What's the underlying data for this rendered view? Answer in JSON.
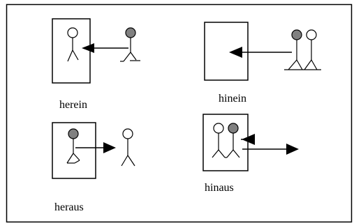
{
  "diagram": {
    "labels": {
      "herein": "herein",
      "hinein": "hinein",
      "heraus": "heraus",
      "hinaus": "hinaus"
    },
    "colors": {
      "stroke": "#000000",
      "head_shaded": "#808080",
      "head_plain": "#ffffff",
      "background": "#ffffff"
    }
  }
}
